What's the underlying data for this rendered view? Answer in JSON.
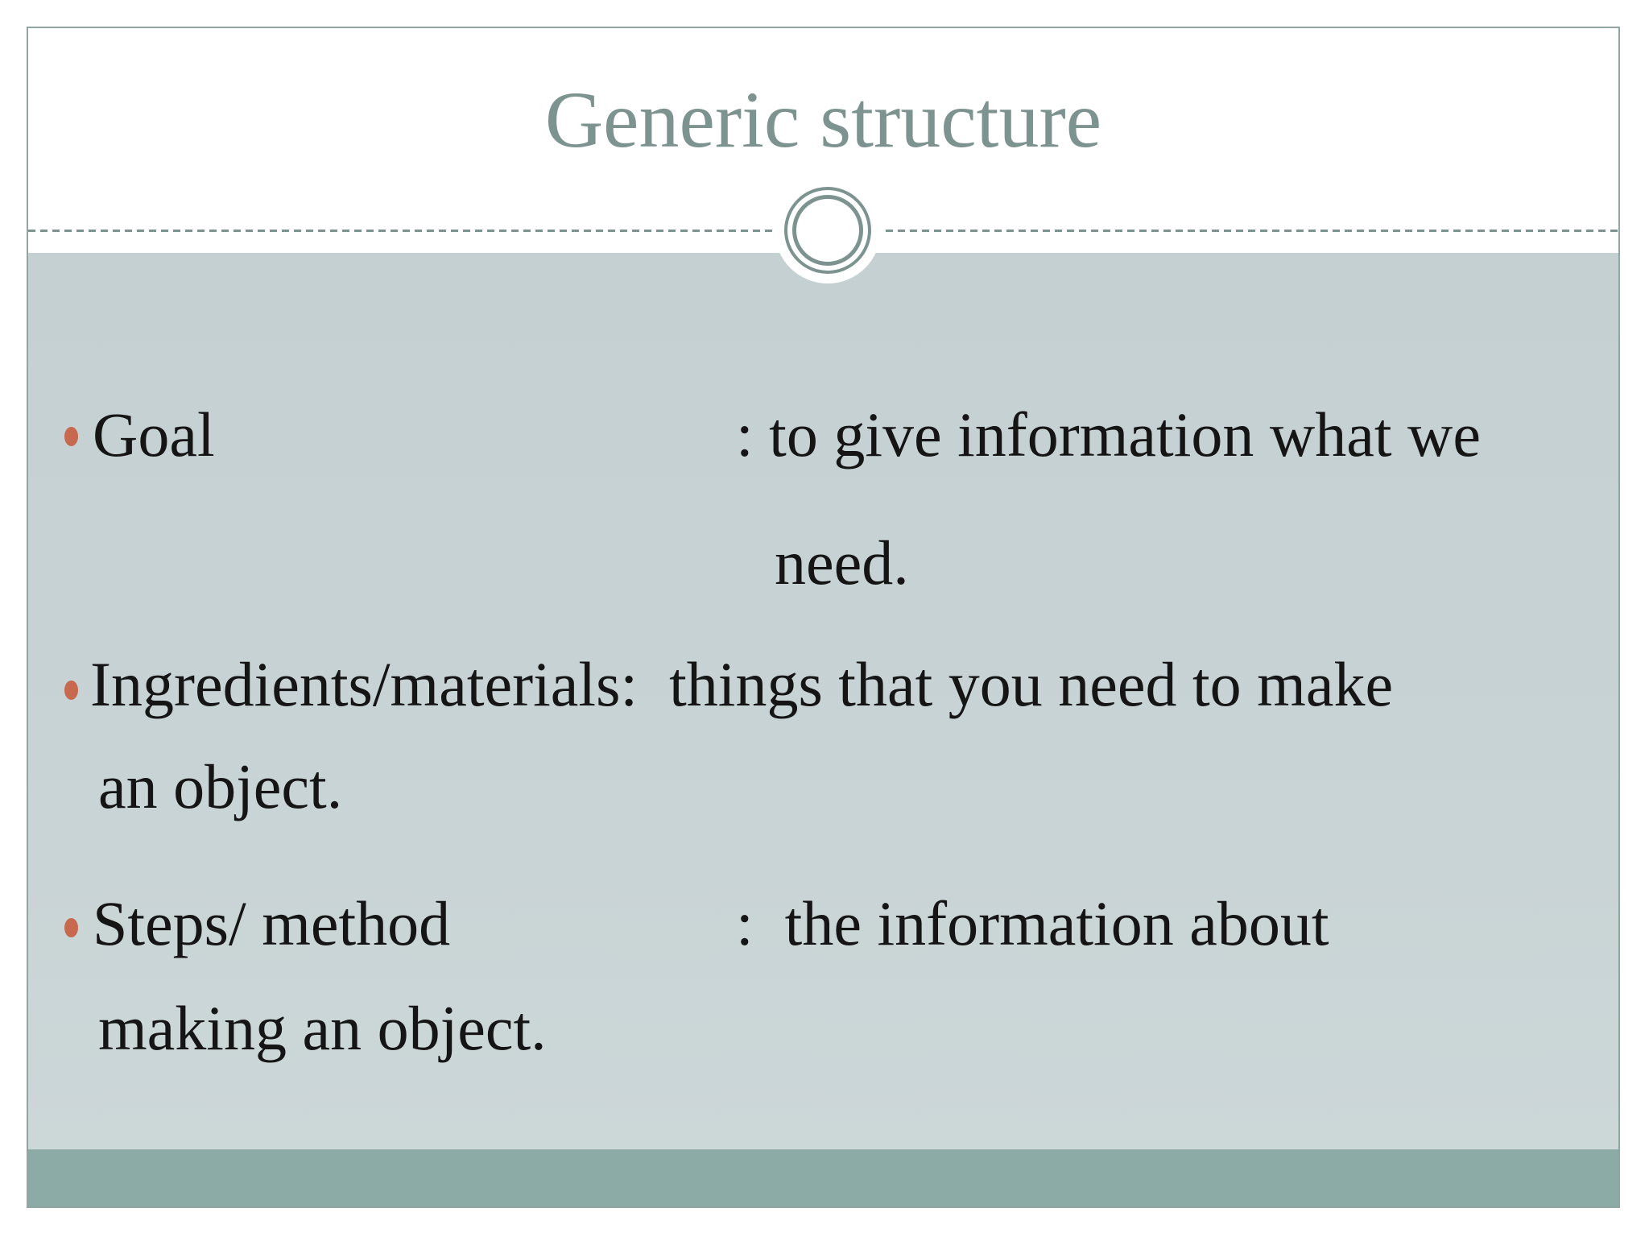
{
  "slide": {
    "title": "Generic structure"
  },
  "bullets": [
    {
      "label": "Goal",
      "definition": ": to give information what we",
      "continuation": "need."
    },
    {
      "label": "Ingredients/materials:  things that you need to make",
      "continuation": "an object."
    },
    {
      "label": "Steps/ method",
      "definition": ":  the information about",
      "continuation": "making an object."
    }
  ],
  "icons": {
    "ornament": "double-ring-circle",
    "bullet": "ellipse-dot"
  },
  "colors": {
    "accent_teal": "#7d938f",
    "body_background": "#c7d2d4",
    "footer_bar": "#8caaa6",
    "bullet_dot": "#c7694f",
    "text": "#151515",
    "slide_border": "#8fa6a2"
  }
}
